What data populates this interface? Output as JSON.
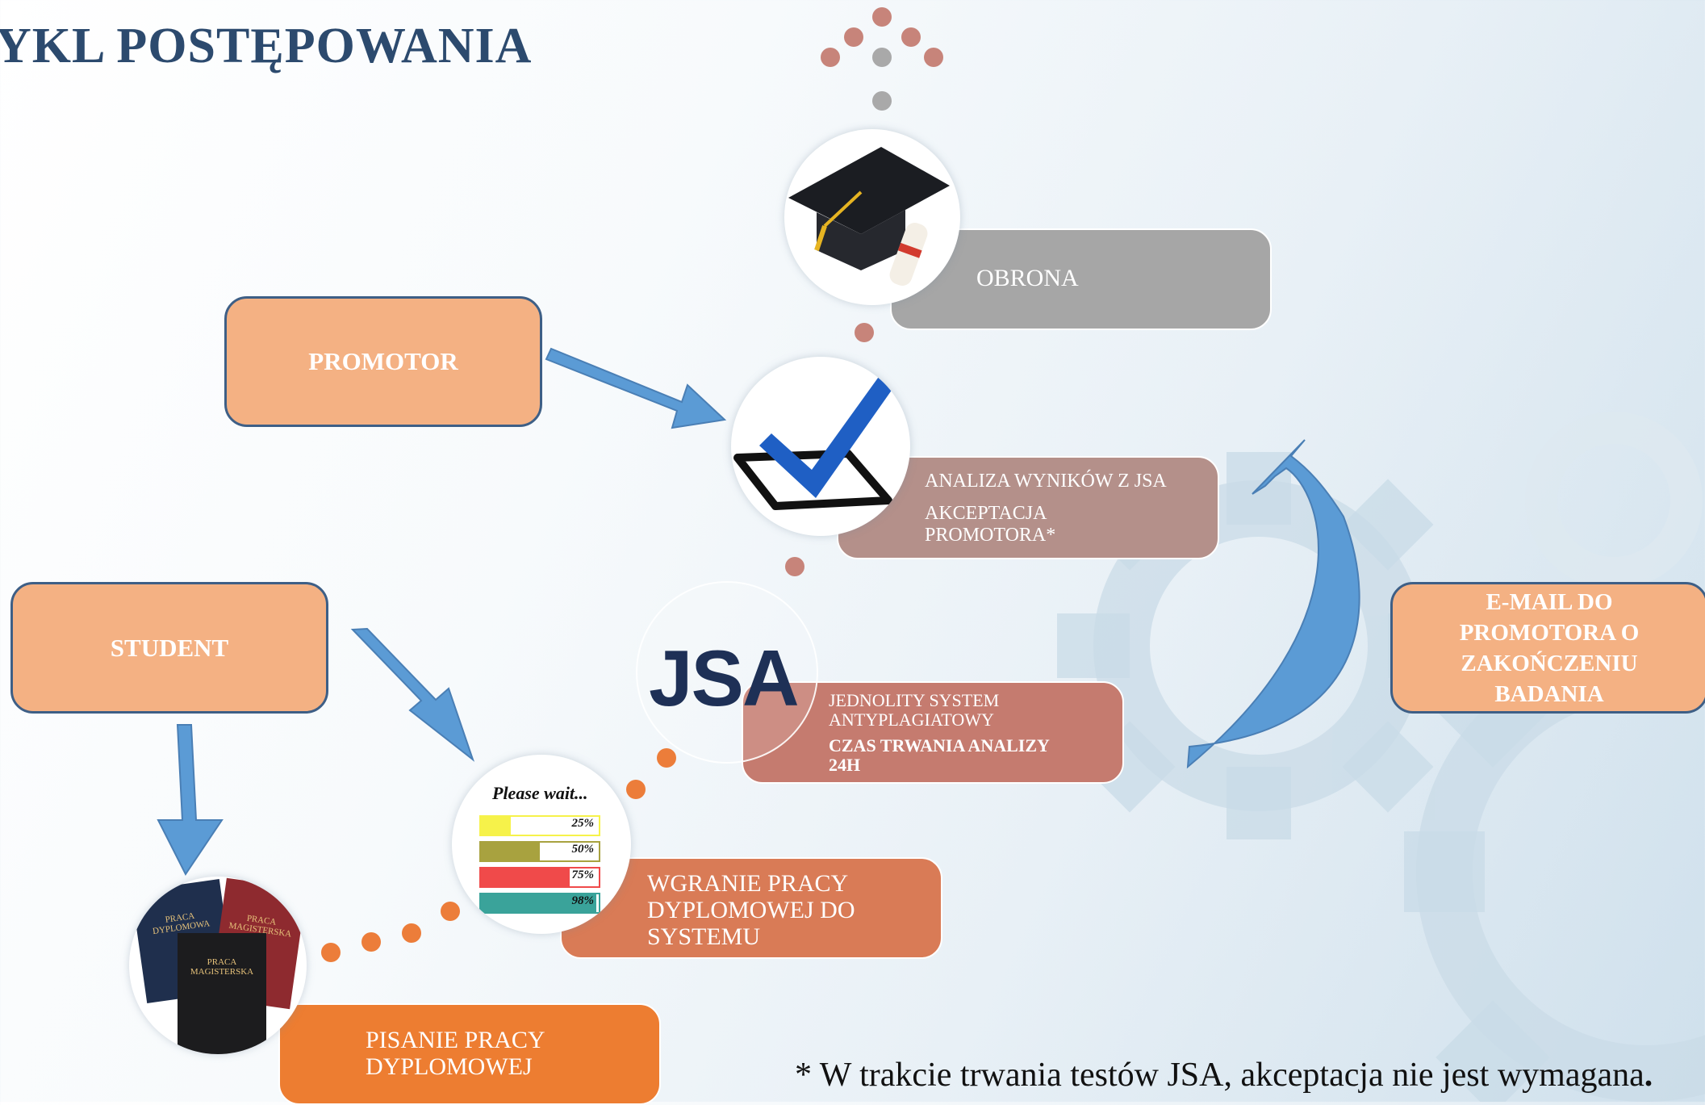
{
  "title": "YKL POSTĘPOWANIA",
  "actors": {
    "promotor": "PROMOTOR",
    "student": "STUDENT",
    "email": [
      "E-MAIL DO",
      "PROMOTORA O",
      "ZAKOŃCZENIU",
      "BADANIA"
    ]
  },
  "steps": {
    "obrona": "OBRONA",
    "analiza": {
      "line1": "ANALIZA WYNIKÓW Z JSA",
      "line2a": "AKCEPTACJA",
      "line2b": "PROMOTORA*"
    },
    "jsa": {
      "logo": "JSA",
      "line1a": "JEDNOLITY SYSTEM",
      "line1b": "ANTYPLAGIATOWY",
      "line2a": "CZAS TRWANIA ANALIZY",
      "line2b": "24H"
    },
    "wgranie": [
      "WGRANIE PRACY",
      "DYPLOMOWEJ DO",
      "SYSTEMU"
    ],
    "pisanie": [
      "PISANIE PRACY",
      "DYPLOMOWEJ"
    ]
  },
  "progress": {
    "heading": "Please wait...",
    "bars": [
      {
        "label": "25%",
        "value": 0.25,
        "color": "#f6f24a"
      },
      {
        "label": "50%",
        "value": 0.5,
        "color": "#a8a23f"
      },
      {
        "label": "75%",
        "value": 0.75,
        "color": "#f04a4a"
      },
      {
        "label": "98%",
        "value": 0.98,
        "color": "#3aa39a"
      }
    ]
  },
  "books": {
    "book1": [
      "PRACA",
      "DYPLOMOWA"
    ],
    "book2": [
      "PRACA",
      "MAGISTERSKA"
    ],
    "book3": [
      "PRACA",
      "MAGISTERSKA"
    ]
  },
  "footnote": {
    "text": "* W trakcie trwania testów JSA, akceptacja nie jest wymagana",
    "end": "."
  },
  "colors": {
    "actor_fill": "#f4b183",
    "actor_border": "#3e5f86",
    "obrona": "#a6a6a6",
    "analiza": "#b4908a",
    "jsa": "#c57b6f",
    "wgranie": "#d97b56",
    "pisanie": "#ed7d31",
    "arrow": "#5b9bd5",
    "title": "#2c4a6e"
  }
}
